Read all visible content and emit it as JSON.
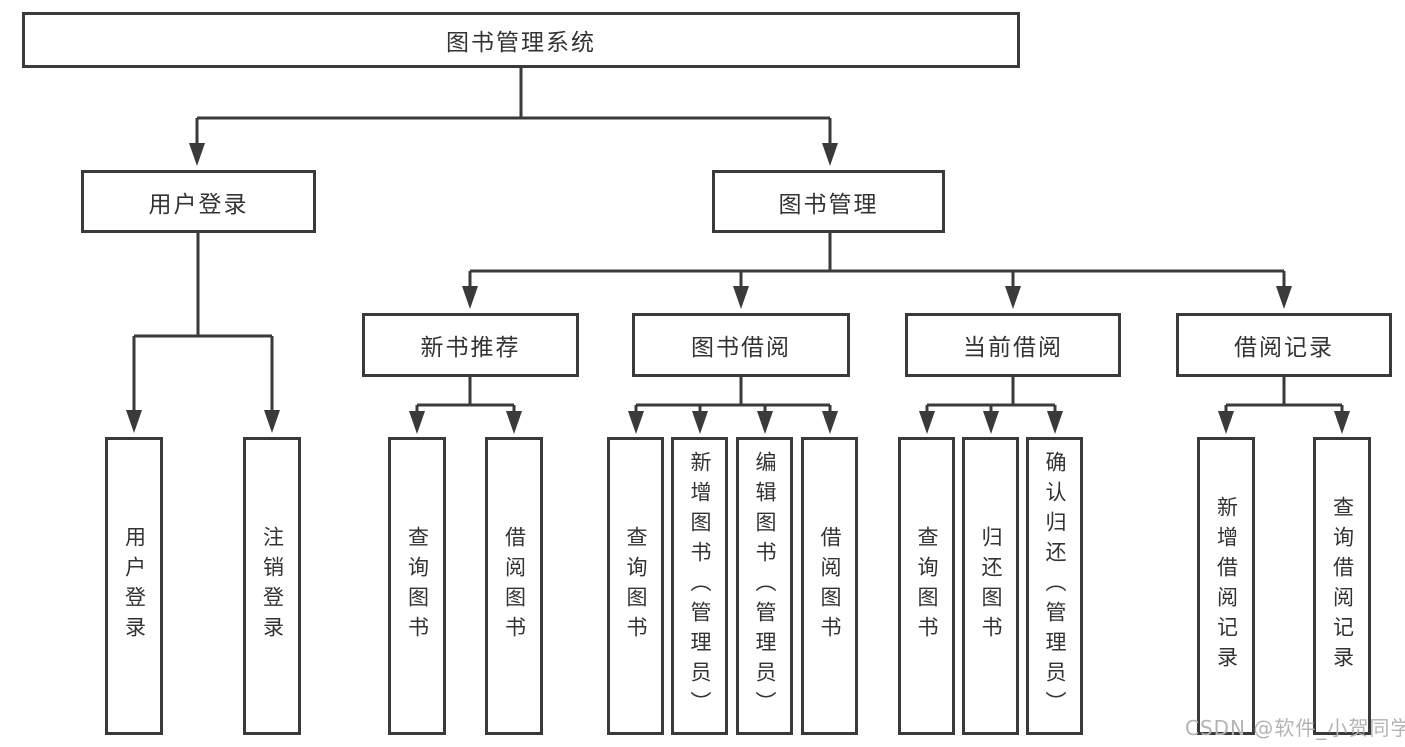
{
  "tree": {
    "label": "图书管理系统",
    "children": [
      {
        "label": "用户登录",
        "children": [
          {
            "label": "用户登录"
          },
          {
            "label": "注销登录"
          }
        ]
      },
      {
        "label": "图书管理",
        "children": [
          {
            "label": "新书推荐",
            "children": [
              {
                "label": "查询图书"
              },
              {
                "label": "借阅图书"
              }
            ]
          },
          {
            "label": "图书借阅",
            "children": [
              {
                "label": "查询图书"
              },
              {
                "label": "新增图书（管理员）"
              },
              {
                "label": "编辑图书（管理员）"
              },
              {
                "label": "借阅图书"
              }
            ]
          },
          {
            "label": "当前借阅",
            "children": [
              {
                "label": "查询图书"
              },
              {
                "label": "归还图书"
              },
              {
                "label": "确认归还（管理员）"
              }
            ]
          },
          {
            "label": "借阅记录",
            "children": [
              {
                "label": "新增借阅记录"
              },
              {
                "label": "查询借阅记录"
              }
            ]
          }
        ]
      }
    ]
  },
  "watermark": {
    "text": "CSDN @软件_小贺同学"
  },
  "colors": {
    "line": "#3a3a3a",
    "box_border": "#3a3a3a",
    "text": "#333333",
    "watermark": "#b4b4b4",
    "background": "#ffffff"
  }
}
